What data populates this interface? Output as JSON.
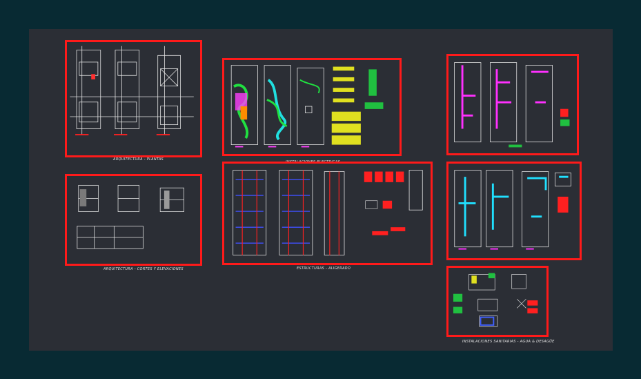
{
  "canvas": {
    "background": "#082a33",
    "sheet_color": "#2b2e35",
    "frame_color": "#ff1a1a"
  },
  "captions": {
    "arq_plantas": "ARQUITECTURA - PLANTAS",
    "arq_cortes": "ARQUITECTURA - CORTES Y ELEVACIONES",
    "electricas": "INSTALACIONES ELECTRICAS",
    "estructuras": "ESTRUCTURAS - ALIGERADO",
    "sanitarias": "INSTALACIONES SANITARIAS - AGUA & DESAGÜE"
  }
}
